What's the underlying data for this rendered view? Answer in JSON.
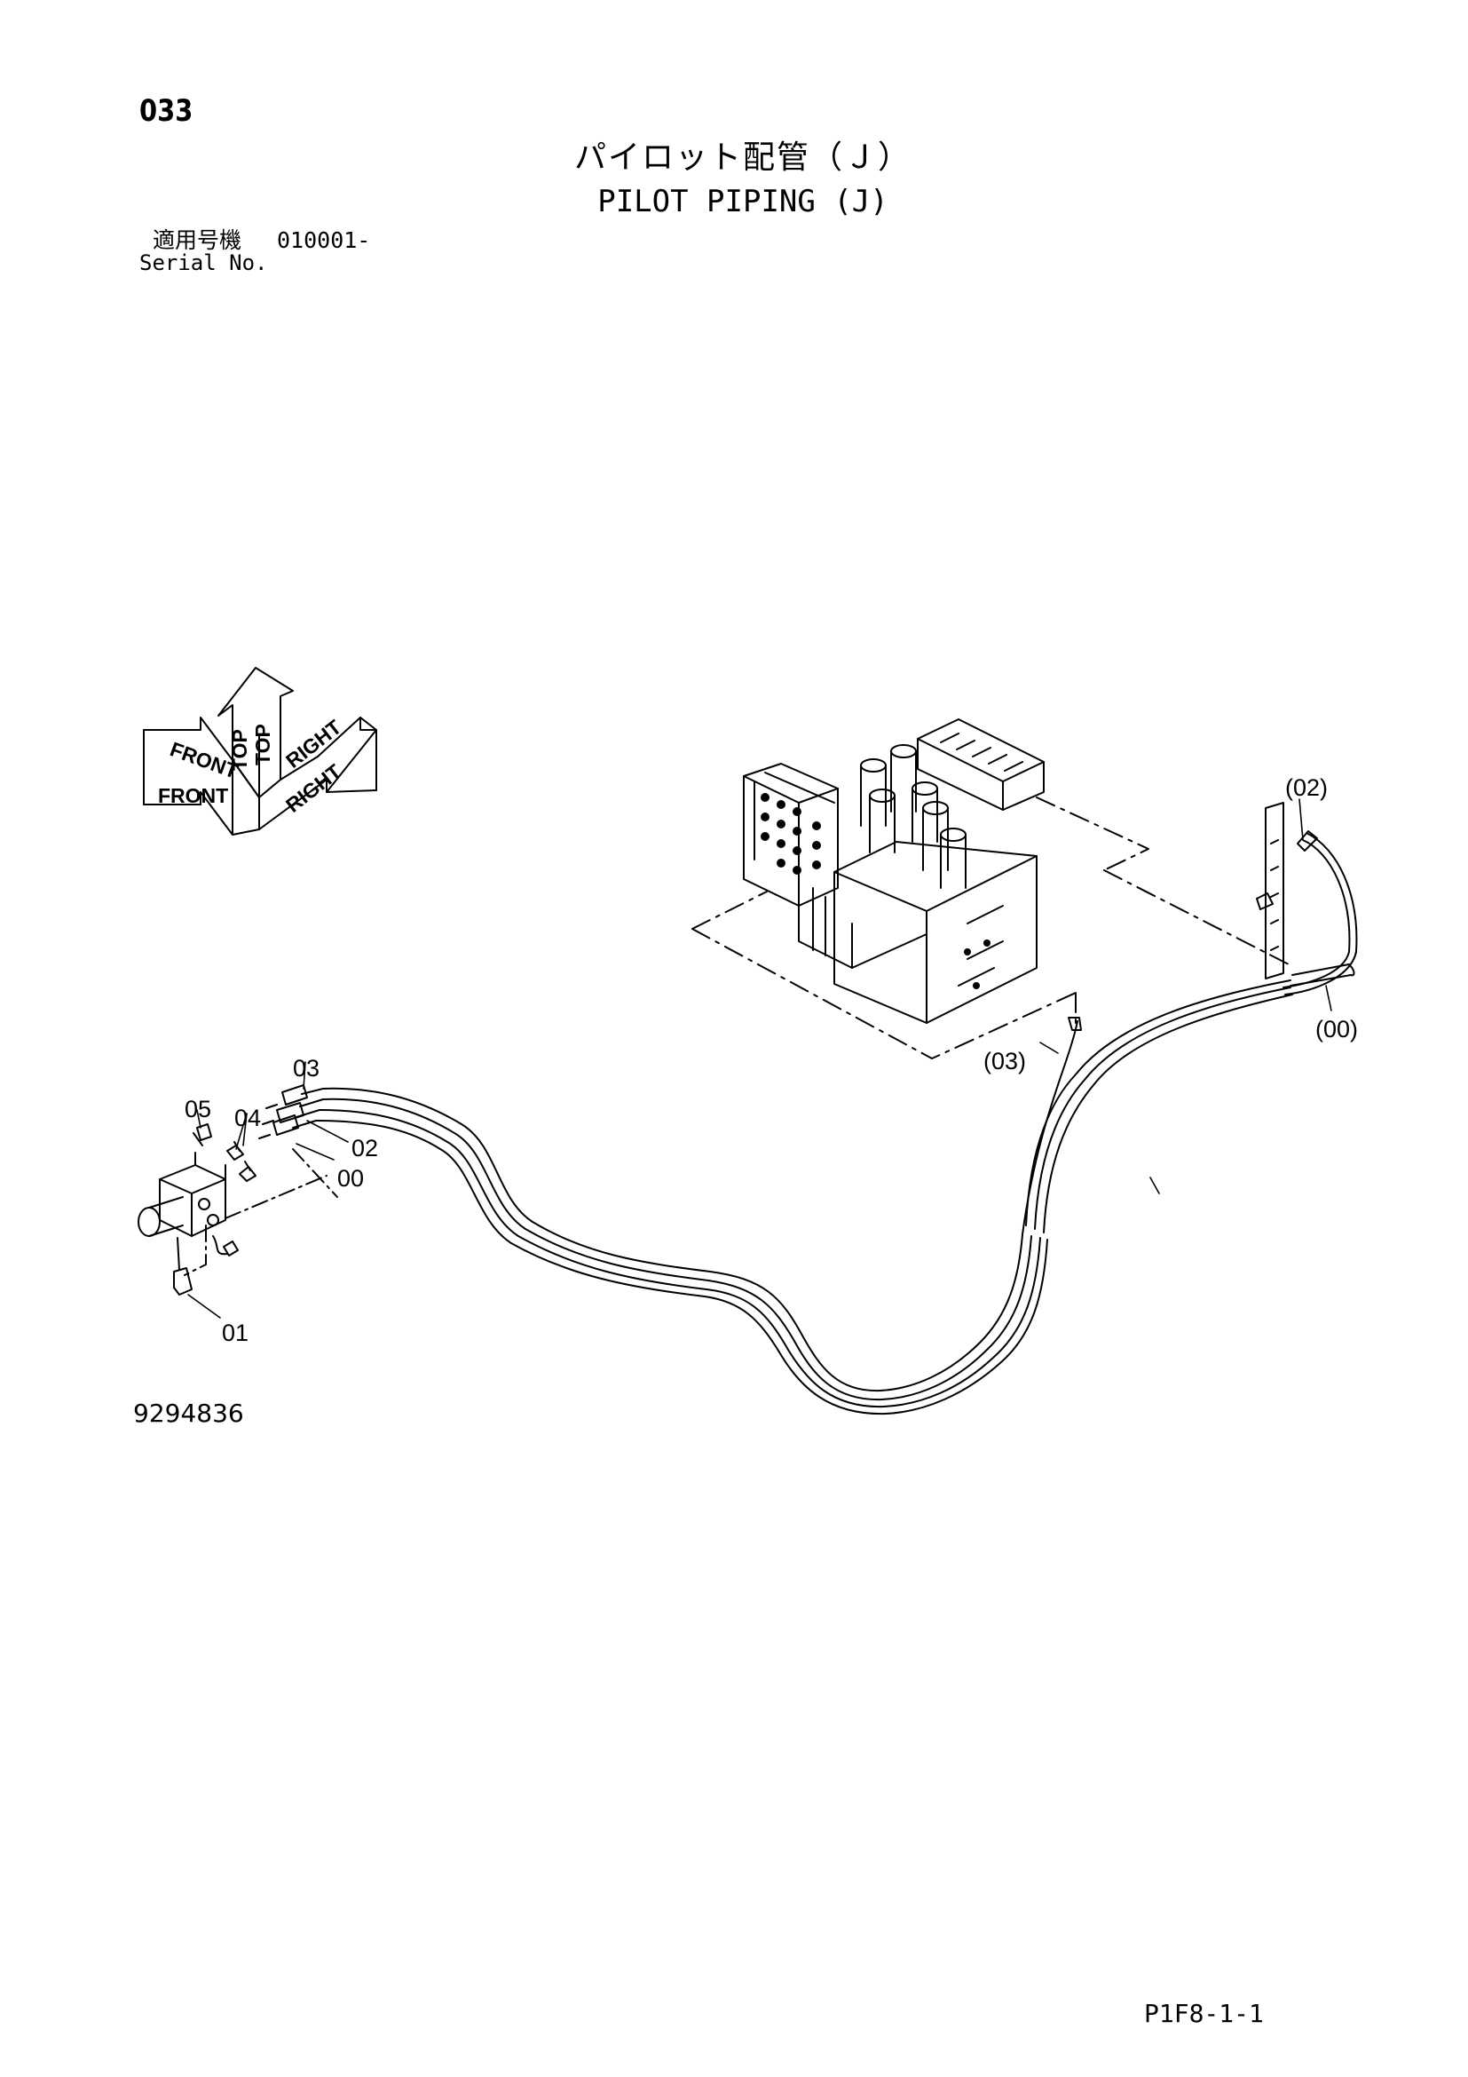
{
  "header": {
    "page_number": "033",
    "title_jp": "パイロット配管（Ｊ）",
    "title_en": "PILOT PIPING (J)",
    "serial_label_jp": "適用号機",
    "serial_range": "010001-",
    "serial_label_en": "Serial No."
  },
  "orientation": {
    "front": "FRONT",
    "top": "TOP",
    "right": "RIGHT"
  },
  "callouts": {
    "p02_paren": "(02)",
    "p00_paren": "(00)",
    "p03_paren": "(03)",
    "p03": "03",
    "p05": "05",
    "p04": "04",
    "p02": "02",
    "p00": "00",
    "p01": "01"
  },
  "footer": {
    "drawing_number": "9294836",
    "page_code": "P1F8-1-1"
  }
}
